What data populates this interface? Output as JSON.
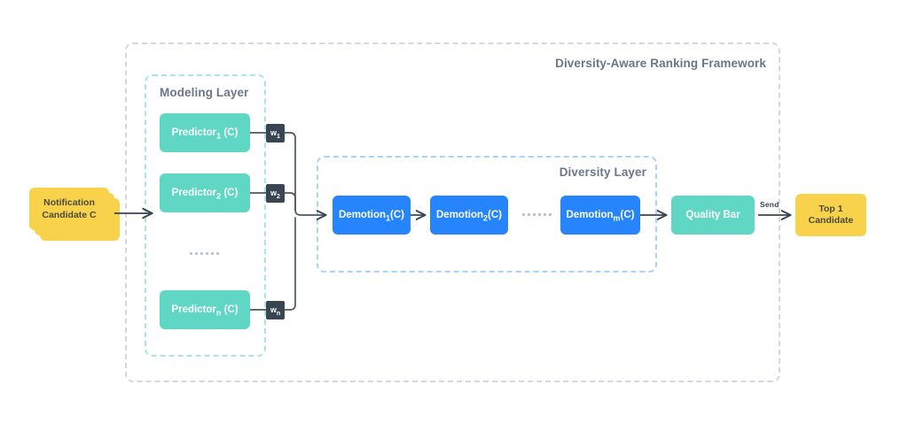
{
  "diagram": {
    "title": "Diversity-Aware Ranking Framework",
    "colors": {
      "teal": "#5fd7c4",
      "blue": "#2684fc",
      "yellow": "#f9d24b",
      "dark": "#394552",
      "label_gray": "#6b7687",
      "frame_gray": "#d4d7de",
      "frame_teal": "#a9e7de",
      "frame_blue": "#a8d4fb"
    }
  },
  "input": {
    "card_line1": "Notification",
    "card_line2": "Candidate C",
    "stack_count": 3
  },
  "modeling_layer": {
    "title": "Modeling Layer",
    "predictors": [
      {
        "name": "Predictor",
        "subscript": "1",
        "suffix": " (C)",
        "weight": "w",
        "weight_subscript": "1"
      },
      {
        "name": "Predictor",
        "subscript": "2",
        "suffix": " (C)",
        "weight": "w",
        "weight_subscript": "2"
      },
      {
        "name": "Predictor",
        "subscript": "n",
        "suffix": " (C)",
        "weight": "w",
        "weight_subscript": "n"
      }
    ],
    "ellipsis": "......"
  },
  "diversity_layer": {
    "title": "Diversity Layer",
    "demotions": [
      {
        "name": "Demotion",
        "subscript": "1",
        "suffix": "(C)"
      },
      {
        "name": "Demotion",
        "subscript": "2",
        "suffix": "(C)"
      },
      {
        "name": "Demotion",
        "subscript": "m",
        "suffix": "(C)"
      }
    ],
    "ellipsis": "......"
  },
  "output": {
    "quality_bar": "Quality Bar",
    "send_label": "Send",
    "top_line1": "Top 1",
    "top_line2": "Candidate"
  }
}
